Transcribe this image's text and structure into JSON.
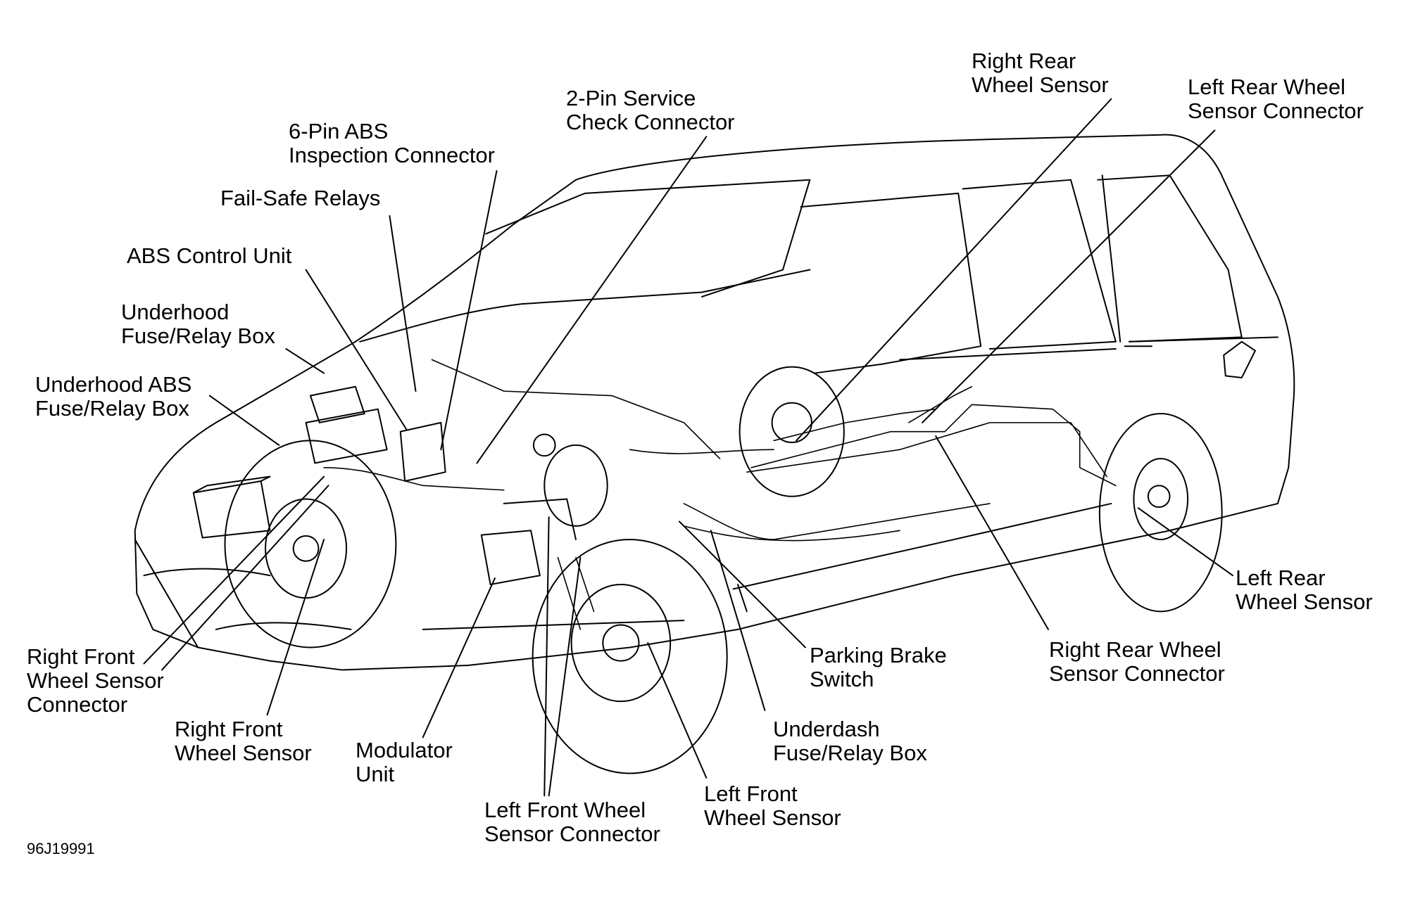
{
  "figure_code": "96J19991",
  "labels": {
    "right_rear_wheel_sensor": "Right Rear\nWheel Sensor",
    "left_rear_wheel_sensor_connector": "Left Rear Wheel\nSensor Connector",
    "two_pin_service_check_connector": "2-Pin Service\nCheck Connector",
    "six_pin_abs_inspection_connector": "6-Pin ABS\nInspection Connector",
    "fail_safe_relays": "Fail-Safe Relays",
    "abs_control_unit": "ABS Control Unit",
    "underhood_fuse_relay_box": "Underhood\nFuse/Relay Box",
    "underhood_abs_fuse_relay_box": "Underhood ABS\nFuse/Relay Box",
    "right_front_wheel_sensor_connector": "Right Front\nWheel Sensor\nConnector",
    "right_front_wheel_sensor": "Right Front\nWheel Sensor",
    "modulator_unit": "Modulator\nUnit",
    "left_front_wheel_sensor_connector": "Left Front Wheel\nSensor Connector",
    "left_front_wheel_sensor": "Left Front\nWheel Sensor",
    "underdash_fuse_relay_box": "Underdash\nFuse/Relay Box",
    "parking_brake_switch": "Parking Brake\nSwitch",
    "right_rear_wheel_sensor_connector": "Right Rear Wheel\nSensor Connector",
    "left_rear_wheel_sensor": "Left Rear\nWheel Sensor"
  }
}
